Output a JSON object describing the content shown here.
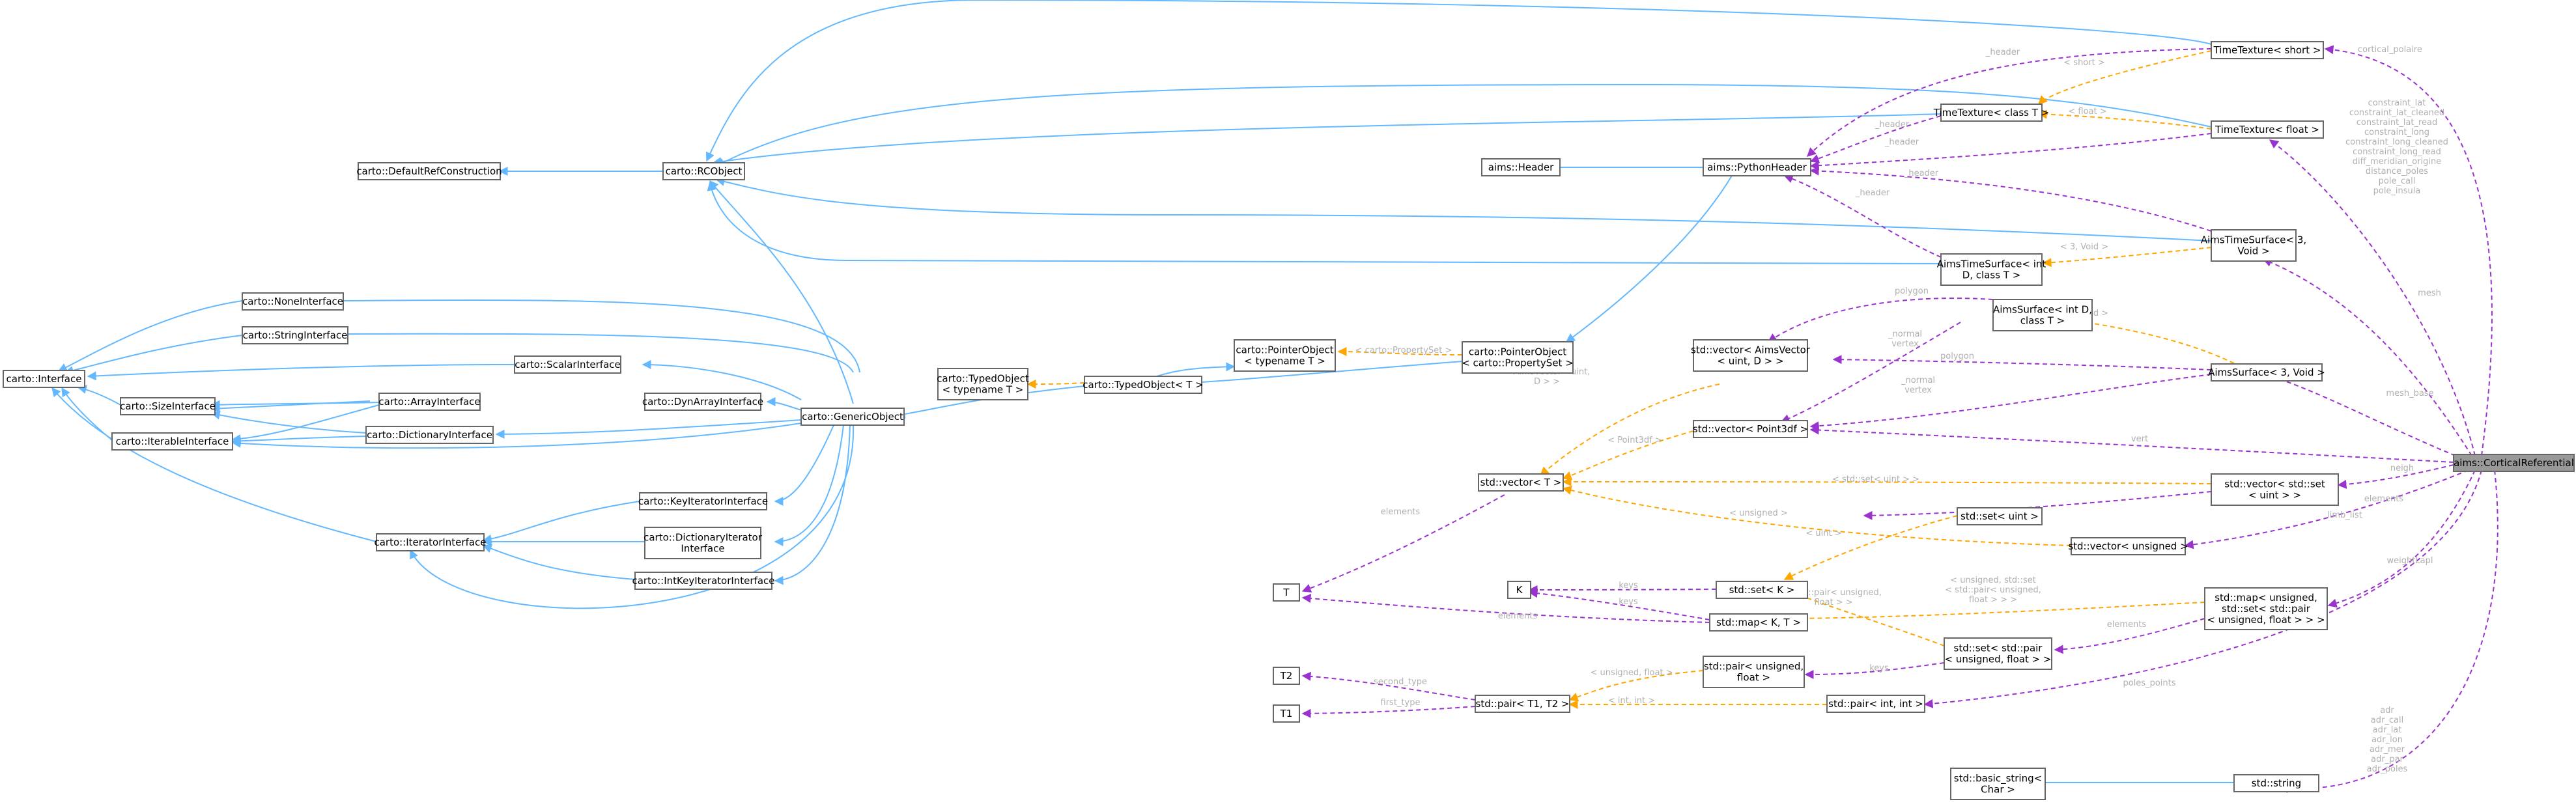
{
  "nodes": {
    "cortical_referential": [
      "aims::CorticalReferential"
    ],
    "time_texture_short": [
      "TimeTexture< short >"
    ],
    "time_texture_float": [
      "TimeTexture< float >"
    ],
    "time_texture_class": [
      "TimeTexture< class T >"
    ],
    "aims_time_surface_3": [
      "AimsTimeSurface< 3,",
      "Void >"
    ],
    "aims_time_surface_int": [
      "AimsTimeSurface< int",
      "D, class T >"
    ],
    "aims_surface_3": [
      "AimsSurface< 3, Void >"
    ],
    "aims_surface_int": [
      "AimsSurface< int D,",
      "class T >"
    ],
    "python_header": [
      "aims::PythonHeader"
    ],
    "header": [
      "aims::Header"
    ],
    "rcobject": [
      "carto::RCObject"
    ],
    "default_ref": [
      "carto::DefaultRefConstruction"
    ],
    "interface": [
      "carto::Interface"
    ],
    "none_interface": [
      "carto::NoneInterface"
    ],
    "string_interface": [
      "carto::StringInterface"
    ],
    "scalar_interface": [
      "carto::ScalarInterface"
    ],
    "size_interface": [
      "carto::SizeInterface"
    ],
    "array_interface": [
      "carto::ArrayInterface"
    ],
    "dyn_array_interface": [
      "carto::DynArrayInterface"
    ],
    "dictionary_interface": [
      "carto::DictionaryInterface"
    ],
    "iterable_interface": [
      "carto::IterableInterface"
    ],
    "key_iterator_interface": [
      "carto::KeyIteratorInterface"
    ],
    "iterator_interface": [
      "carto::IteratorInterface"
    ],
    "dictionary_iterator_interface": [
      "carto::DictionaryIterator",
      "Interface"
    ],
    "int_key_iterator_interface": [
      "carto::IntKeyIteratorInterface"
    ],
    "generic_object": [
      "carto::GenericObject"
    ],
    "typed_object_typename": [
      "carto::TypedObject",
      "< typename T >"
    ],
    "typed_object_t": [
      "carto::TypedObject< T >"
    ],
    "pointer_object_typename": [
      "carto::PointerObject",
      "< typename T >"
    ],
    "pointer_object_propset": [
      "carto::PointerObject",
      "< carto::PropertySet >"
    ],
    "vector_aimsvector": [
      "std::vector< AimsVector",
      "< uint, D > >"
    ],
    "vector_point3df": [
      "std::vector< Point3df >"
    ],
    "vector_t": [
      "std::vector< T >"
    ],
    "vector_set_uint": [
      "std::vector< std::set",
      "< uint > >"
    ],
    "set_uint": [
      "std::set< uint >"
    ],
    "vector_unsigned": [
      "std::vector< unsigned >"
    ],
    "t": [
      "T"
    ],
    "k": [
      "K"
    ],
    "set_k": [
      "std::set< K >"
    ],
    "map_kt": [
      "std::map< K, T >"
    ],
    "map_unsigned_set": [
      "std::map< unsigned,",
      "std::set< std::pair",
      "< unsigned, float > > >"
    ],
    "set_pair": [
      "std::set< std::pair",
      "< unsigned, float > >"
    ],
    "pair_unsigned_float": [
      "std::pair< unsigned,",
      "float >"
    ],
    "t2": [
      "T2"
    ],
    "t1": [
      "T1"
    ],
    "pair_t1_t2": [
      "std::pair< T1, T2 >"
    ],
    "pair_int_int": [
      "std::pair< int, int >"
    ],
    "basic_string": [
      "std::basic_string<",
      "Char >"
    ],
    "string": [
      "std::string"
    ]
  },
  "edge_labels": {
    "cylin_polaire": [
      "cortical_polaire"
    ],
    "constraints": [
      "constraint_lat",
      "constraint_lat_cleaned",
      "constraint_lat_read",
      "constraint_long",
      "constraint_long_cleaned",
      "constraint_long_read",
      "diff_meridian_origine",
      "distance_poles",
      "pole_call",
      "pole_insula"
    ],
    "header_1": [
      "_header"
    ],
    "header_2": [
      "_header"
    ],
    "header_3": [
      "_header"
    ],
    "header_4": [
      "_header"
    ],
    "header_5": [
      "_header"
    ],
    "short_tmpl": [
      "< short >"
    ],
    "float_tmpl": [
      "< float >"
    ],
    "three_void_1": [
      "< 3, Void >"
    ],
    "three_void_2": [
      "< 3, Void >"
    ],
    "polygon_1": [
      "polygon"
    ],
    "polygon_2": [
      "polygon"
    ],
    "normal_vertex_1": [
      "_normal",
      "vertex"
    ],
    "normal_vertex_2": [
      "_normal",
      "vertex"
    ],
    "propset": [
      "< carto::PropertySet >"
    ],
    "aimsvector_uint": [
      "< AimsVector< uint,",
      "D > >"
    ],
    "point3df": [
      "< Point3df >"
    ],
    "set_uint_tmpl": [
      "< std::set< uint > >"
    ],
    "unsigned_tmpl": [
      "< unsigned >"
    ],
    "mesh": [
      "mesh"
    ],
    "mesh_base": [
      "mesh_base"
    ],
    "vert": [
      "vert"
    ],
    "neigh": [
      "neigh"
    ],
    "elements_1": [
      "elements"
    ],
    "elements_2": [
      "elements"
    ],
    "elements_3": [
      "elements"
    ],
    "elements_4": [
      "elements"
    ],
    "limb_list": [
      "limb_list"
    ],
    "uint_tmpl": [
      "< uint >"
    ],
    "keys_1": [
      "keys"
    ],
    "keys_2": [
      "keys"
    ],
    "keys_3": [
      "keys"
    ],
    "unsigned_set_pair": [
      "< unsigned, std::set",
      "< std::pair< unsigned,",
      "float > > >"
    ],
    "pair_unsigned_float_tmpl": [
      "< std::pair< unsigned,",
      "float > >"
    ],
    "unsigned_float_tmpl": [
      "< unsigned, float >"
    ],
    "int_int_tmpl": [
      "< int, int >"
    ],
    "weight_lapl": [
      "weightLapl"
    ],
    "poles_points": [
      "poles_points"
    ],
    "second_type": [
      "second_type"
    ],
    "first_type": [
      "first_type"
    ],
    "adr": [
      "adr",
      "adr_call",
      "adr_lat",
      "adr_lon",
      "adr_mer",
      "adr_par",
      "adr_poles"
    ]
  }
}
